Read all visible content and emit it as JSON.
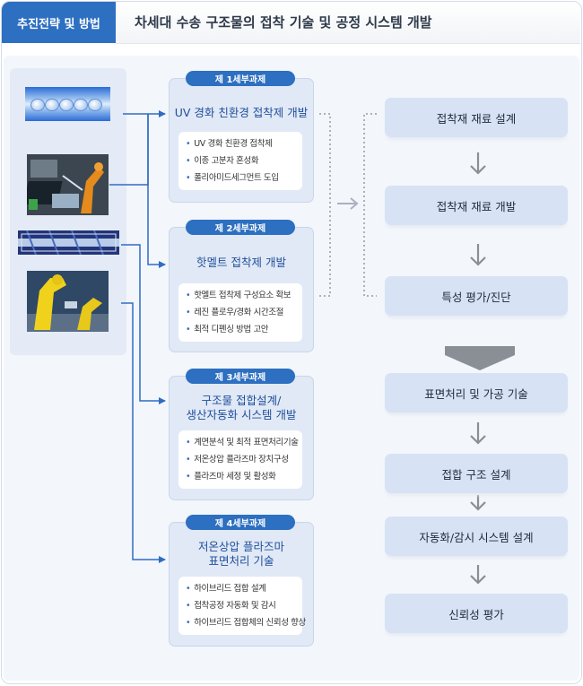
{
  "header": {
    "tab_label": "추진전략 및 방법",
    "title": "차세대 수송 구조물의 접착 기술 및 공정 시스템 개발"
  },
  "tasks": [
    {
      "tag": "제 1세부과제",
      "title_lines": [
        "UV 경화 친환경 접착제 개발"
      ],
      "items": [
        "UV 경화 친환경 접착제",
        "이종 고분자 혼성화",
        "폴리아미드세그먼트 도입"
      ]
    },
    {
      "tag": "제 2세부과제",
      "title_lines": [
        "핫멜트 접착제 개발"
      ],
      "items": [
        "핫멜트 접착제 구성요소 확보",
        "레진 플로우/경화 시간조절",
        "최적 디펜싱 방법 고안"
      ]
    },
    {
      "tag": "제 3세부과제",
      "title_lines": [
        "구조물 접합설계/",
        "생산자동화 시스템 개발"
      ],
      "items": [
        "계면분석 및 최적 표면처리기술",
        "저온상압 플라즈마 장치구성",
        "플라즈마 세정 및 활성화"
      ]
    },
    {
      "tag": "제 4세부과제",
      "title_lines": [
        "저온상압 플라즈마",
        "표면처리 기술"
      ],
      "items": [
        "하이브리드 접합 설계",
        "접착공정 자동화 및 감시",
        "하이브리드 접합체의 신뢰성 향상"
      ]
    }
  ],
  "steps": [
    "접착재 재료 설계",
    "접착재 재료 개발",
    "특성 평가/진단",
    "표면처리 및 가공 기술",
    "접합 구조 설계",
    "자동화/감시 시스템 설계",
    "신뢰성 평가"
  ],
  "colors": {
    "accent": "#2d6fc0",
    "arrow": "#2f6cc4",
    "step_arrow": "#8a8f96"
  }
}
